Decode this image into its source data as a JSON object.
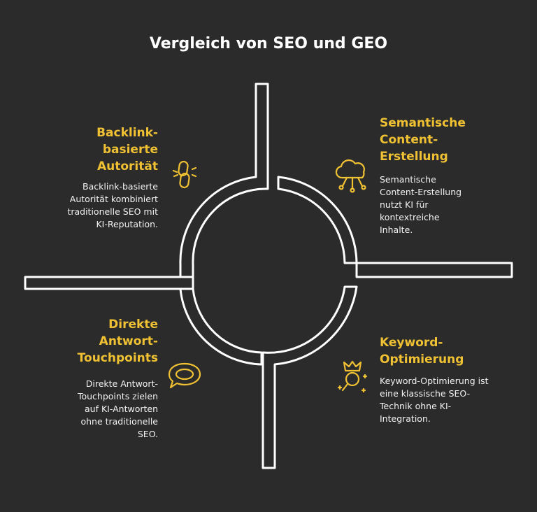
{
  "title": "Vergleich von SEO und GEO",
  "accent_color": "#f0c233",
  "quadrants": {
    "top_left": {
      "heading": "Backlink-\nbasierte\nAutorität",
      "text": "Backlink-basierte\nAutorität kombiniert\ntraditionelle SEO mit\nKI-Reputation.",
      "icon": "chain-link-icon"
    },
    "top_right": {
      "heading": "Semantische\nContent-\nErstellung",
      "text": "Semantische\nContent-Erstellung\nnutzt KI für\nkontextreiche\nInhalte.",
      "icon": "cloud-network-icon"
    },
    "bottom_left": {
      "heading": "Direkte\nAntwort-\nTouchpoints",
      "text": "Direkte Antwort-\nTouchpoints zielen\nauf KI-Antworten\nohne traditionelle\nSEO.",
      "icon": "speech-bubble-icon"
    },
    "bottom_right": {
      "heading": "Keyword-\nOptimierung",
      "text": "Keyword-Optimierung ist\neine klassische SEO-\nTechnik ohne KI-\nIntegration.",
      "icon": "crowned-search-icon"
    }
  }
}
